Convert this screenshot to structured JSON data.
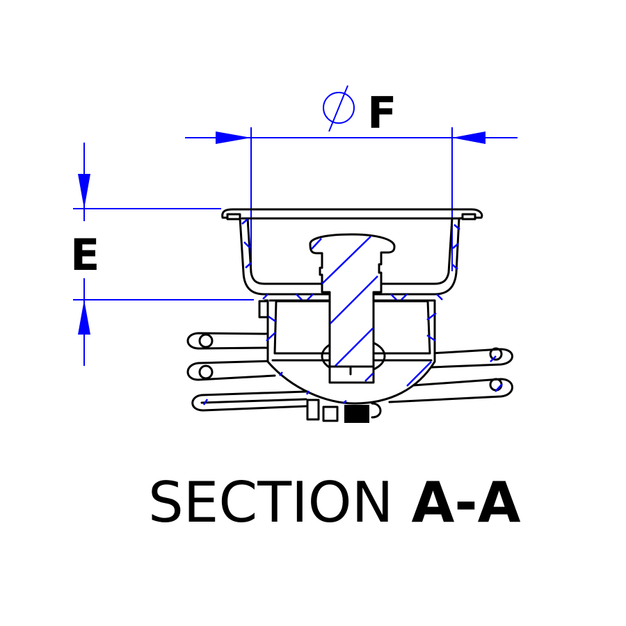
{
  "dimensions": {
    "diameter_label": "F",
    "height_label": "E"
  },
  "caption": {
    "prefix": "SECTION",
    "section_id": "A-A"
  },
  "colors": {
    "dimension": "#0000ff",
    "outline": "#000000"
  }
}
